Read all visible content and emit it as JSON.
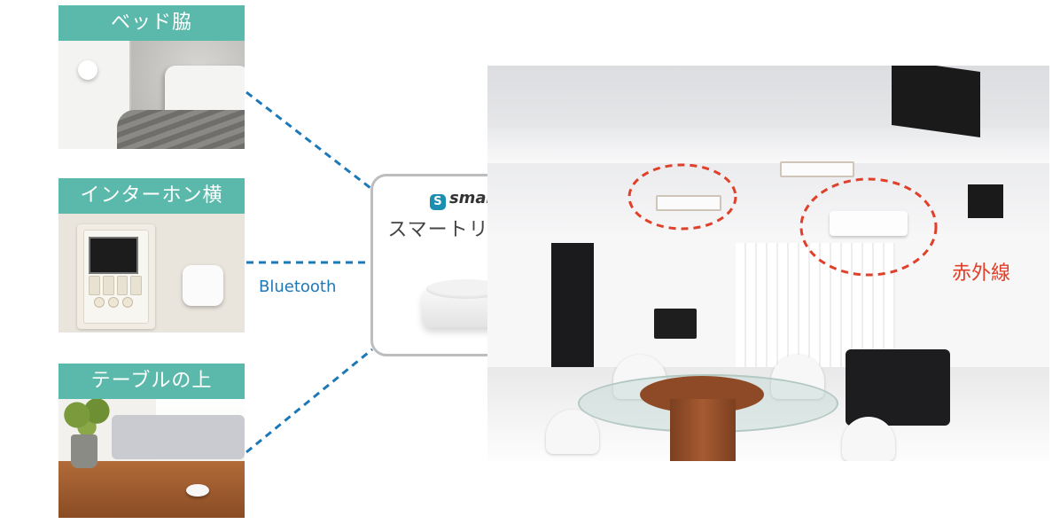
{
  "placements": [
    {
      "label": "ベッド脇"
    },
    {
      "label": "インターホン横"
    },
    {
      "label": "テーブルの上"
    }
  ],
  "connection": {
    "label": "Bluetooth",
    "color": "#1d78b8"
  },
  "hub": {
    "brand": "smalia",
    "brand_mark": "S",
    "product_name": "スマートリモコン"
  },
  "infrared": {
    "label": "赤外線",
    "color": "#e0402a"
  },
  "colors": {
    "label_bg": "#5bb9ab",
    "card_border": "#bdbdbd"
  }
}
